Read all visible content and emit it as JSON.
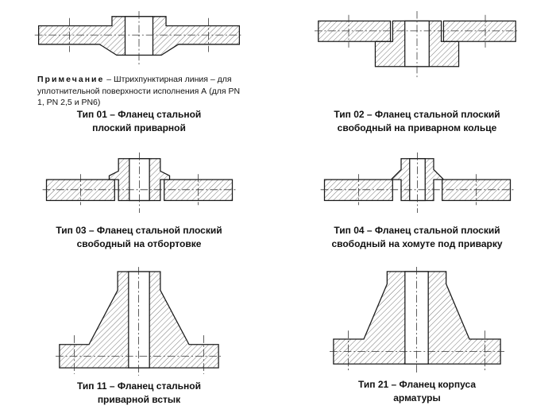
{
  "page": {
    "background": "#ffffff"
  },
  "note": {
    "label": "Примечание",
    "text": "– Штрихпунктирная линия – для уплотнительной поверхности исполнения А (для PN 1, PN 2,5 и PN6)"
  },
  "figures": [
    {
      "type": "01",
      "caption_line1": "Тип 01 – Фланец стальной",
      "caption_line2": "плоский приварной"
    },
    {
      "type": "02",
      "caption_line1": "Тип 02 – Фланец стальной плоский",
      "caption_line2": "свободный на приварном кольце"
    },
    {
      "type": "03",
      "caption_line1": "Тип 03 – Фланец стальной плоский",
      "caption_line2": "свободный на отбортовке"
    },
    {
      "type": "04",
      "caption_line1": "Тип 04 – Фланец стальной плоский",
      "caption_line2": "свободный на хомуте под приварку"
    },
    {
      "type": "11",
      "caption_line1": "Тип 11 – Фланец стальной",
      "caption_line2": "приварной встык"
    },
    {
      "type": "21",
      "caption_line1": "Тип 21 – Фланец корпуса",
      "caption_line2": "арматуры"
    }
  ],
  "drawing_colors": {
    "outline": "#1a1a1a",
    "hatch": "#666666",
    "centerline": "#333333"
  }
}
